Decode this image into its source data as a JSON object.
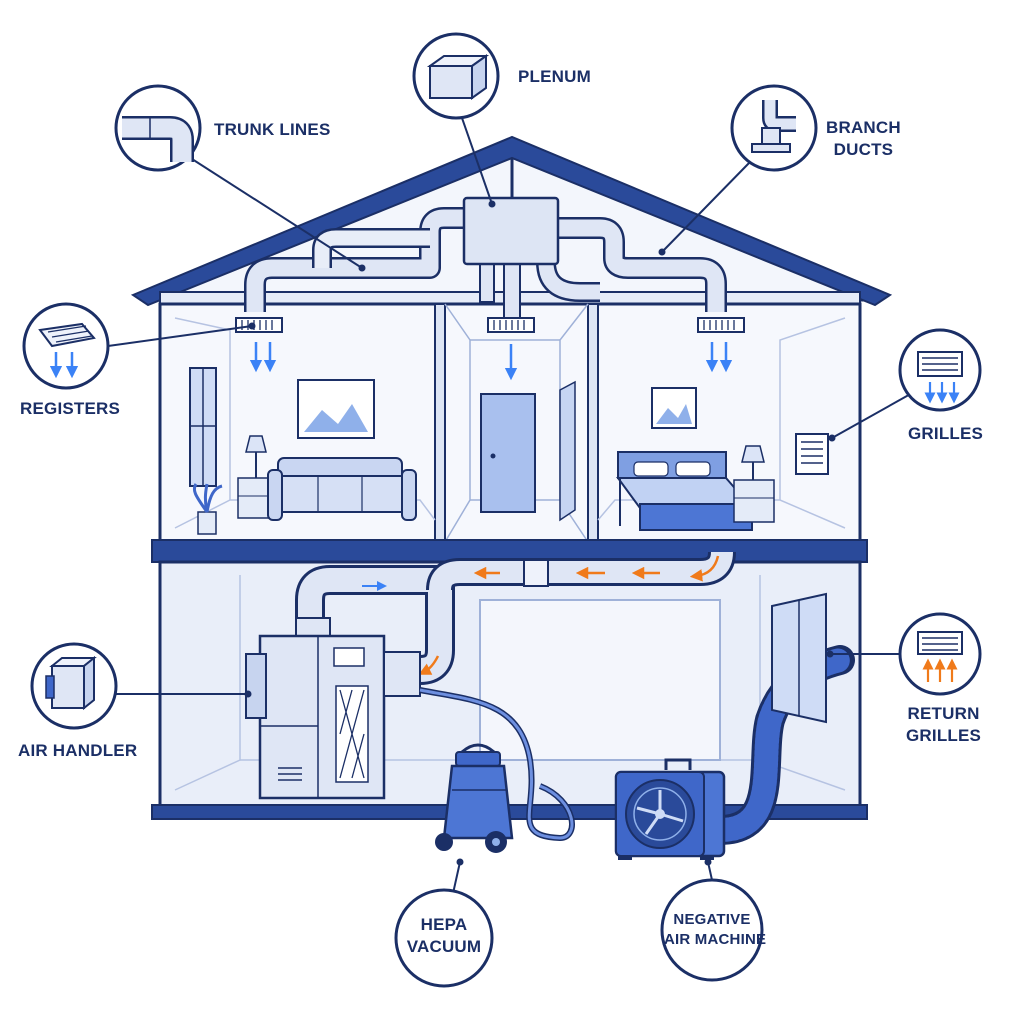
{
  "labels": {
    "plenum": "PLENUM",
    "trunk_lines": "TRUNK LINES",
    "branch_ducts_1": "BRANCH",
    "branch_ducts_2": "DUCTS",
    "registers": "REGISTERS",
    "grilles": "GRILLES",
    "return_grilles_1": "RETURN",
    "return_grilles_2": "GRILLES",
    "air_handler": "AIR HANDLER",
    "hepa_vacuum_1": "HEPA",
    "hepa_vacuum_2": "VACUUM",
    "negative_air_1": "NEGATIVE",
    "negative_air_2": "AIR MACHINE"
  },
  "colors": {
    "outline": "#1b2f66",
    "wall_fill": "#eef2fb",
    "duct_fill": "#dfe6f5",
    "supply_arrow": "#3b82f6",
    "return_arrow": "#f07a1a",
    "equipment_blue": "#3f67c9"
  }
}
